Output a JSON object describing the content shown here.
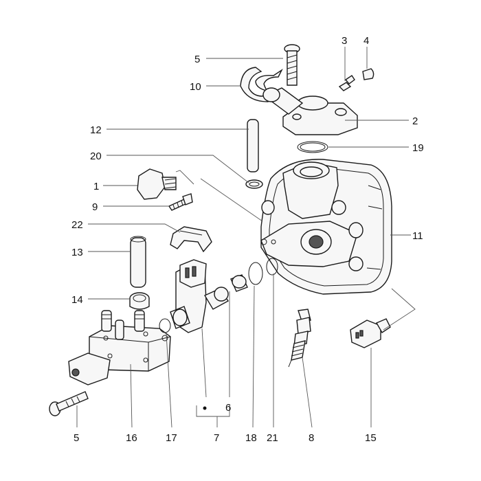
{
  "diagram": {
    "callouts": [
      "5",
      "10",
      "3",
      "4",
      "2",
      "12",
      "19",
      "20",
      "1",
      "9",
      "22",
      "11",
      "13",
      "14",
      "16",
      "17",
      "6",
      "7",
      "18",
      "21",
      "8",
      "15",
      "5"
    ]
  }
}
